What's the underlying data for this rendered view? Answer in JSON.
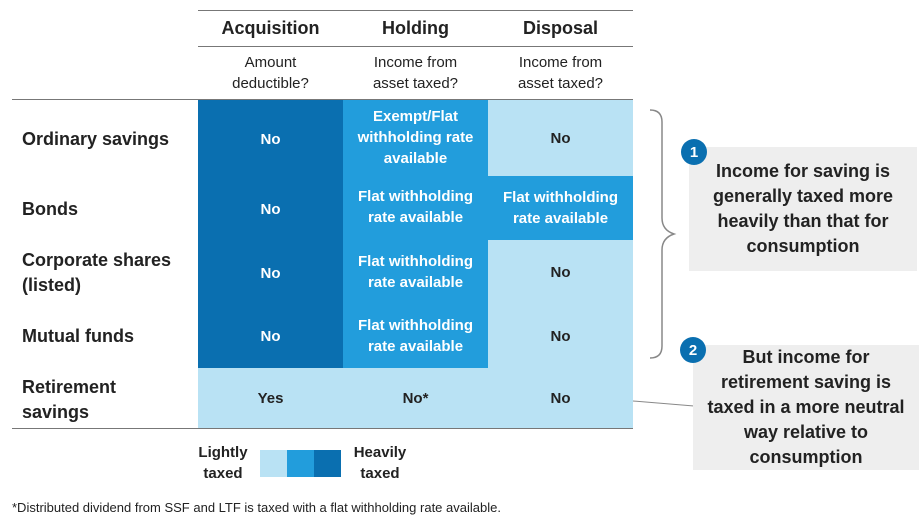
{
  "columns": [
    {
      "title": "Acquisition",
      "subtitle": "Amount deductible?"
    },
    {
      "title": "Holding",
      "subtitle": "Income from asset taxed?"
    },
    {
      "title": "Disposal",
      "subtitle": "Income from asset taxed?"
    }
  ],
  "rows": [
    {
      "label": "Ordinary savings",
      "cells": [
        "No",
        "Exempt/Flat withholding rate available",
        "No"
      ],
      "levels": [
        "heavy",
        "medium",
        "light"
      ]
    },
    {
      "label": "Bonds",
      "cells": [
        "No",
        "Flat withholding rate available",
        "Flat withholding rate available"
      ],
      "levels": [
        "heavy",
        "medium",
        "medium"
      ]
    },
    {
      "label": "Corporate shares (listed)",
      "cells": [
        "No",
        "Flat withholding rate available",
        "No"
      ],
      "levels": [
        "heavy",
        "medium",
        "light"
      ]
    },
    {
      "label": "Mutual funds",
      "cells": [
        "No",
        "Flat withholding rate available",
        "No"
      ],
      "levels": [
        "heavy",
        "medium",
        "light"
      ]
    },
    {
      "label": "Retirement savings",
      "cells": [
        "Yes",
        "No*",
        "No"
      ],
      "levels": [
        "light",
        "light",
        "light"
      ]
    }
  ],
  "callouts": [
    {
      "number": "1",
      "text": "Income for saving is generally taxed more heavily than that for consumption"
    },
    {
      "number": "2",
      "text": "But income for retirement saving is taxed in a more neutral way relative to consumption"
    }
  ],
  "legend": {
    "low_label": "Lightly taxed",
    "high_label": "Heavily taxed"
  },
  "footnote": "*Distributed dividend from SSF and LTF is taxed with a flat withholding rate available.",
  "colors": {
    "heavy": "#0a6fb0",
    "medium": "#229ddc",
    "light": "#b9e2f4",
    "callout_bg": "#eeeeee"
  }
}
